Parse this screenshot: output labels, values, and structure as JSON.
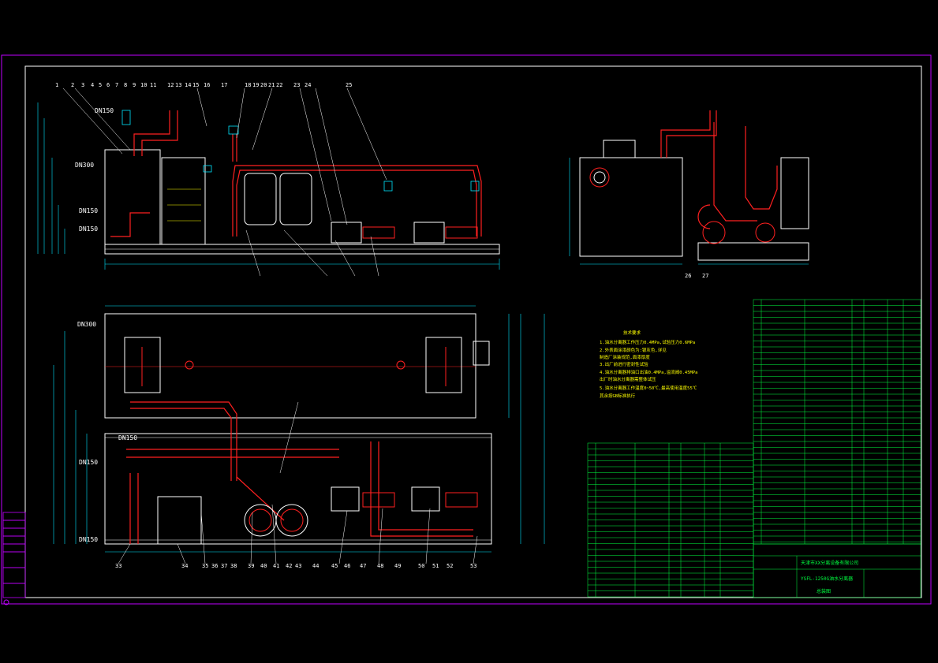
{
  "colors": {
    "background": "#000000",
    "frame": "#c000ff",
    "outline": "#ffffff",
    "pipe_red": "#ff2020",
    "dimension_cyan": "#00e5ff",
    "table_green": "#00ff40",
    "note_yellow": "#ffff00",
    "magenta": "#ff00ff"
  },
  "front_view": {
    "labels": {
      "dn150_top": "DN150",
      "dn300": "DN300",
      "dn150_mid": "DN150",
      "dn150_low": "DN150"
    },
    "callout_numbers": [
      "1",
      "2",
      "3",
      "4",
      "5",
      "6",
      "7",
      "8",
      "9",
      "10",
      "11",
      "12",
      "13",
      "14",
      "15",
      "16",
      "17",
      "18",
      "19",
      "20",
      "21",
      "22",
      "23",
      "24",
      "25"
    ]
  },
  "plan_view": {
    "labels": {
      "dn300": "DN300",
      "dn150_a": "DN150",
      "dn150_b": "DN150",
      "dn150_c": "DN150"
    },
    "bottom_callouts": [
      "33",
      "34",
      "35",
      "36",
      "37",
      "38",
      "39",
      "40",
      "41",
      "42",
      "43",
      "44",
      "45",
      "46",
      "47",
      "48",
      "49",
      "50",
      "51",
      "52",
      "53"
    ]
  },
  "side_view": {
    "bottom_callouts": [
      "26",
      "27"
    ]
  },
  "notes": {
    "title": "技术要求",
    "lines": [
      "1.油水分离器工作压力0.4MPa,试验压力0.6MPa",
      "2.外表面涂漆颜色为:银灰色,详见",
      "  制造厂涂装规范,面漆厚度",
      "3.出厂前进行密封性试验",
      "4.油水分离器排油口出油0.4MPa,溢流阀0.45MPa",
      "  出厂时油水分离器需整体试压",
      "5.油水分离器工作温度0~50℃,最高使用温度55℃",
      "  其余按GB标准执行"
    ]
  },
  "title_block": {
    "drawing_name": "YSFL-1250G油水分离器",
    "sub_name": "总装图",
    "company": "天津市XX分离设备有限公司"
  }
}
